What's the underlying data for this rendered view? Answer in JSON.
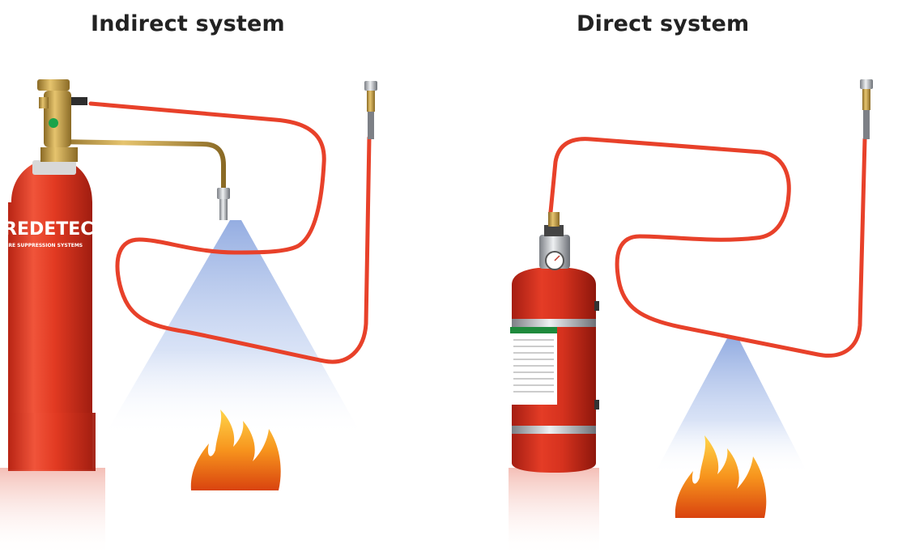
{
  "titles": {
    "indirect": "Indirect system",
    "direct": "Direct system"
  },
  "indirect": {
    "cylinder_brand": "REDETEC",
    "cylinder_subtitle": "FIRE SUPPRESSION SYSTEMS"
  },
  "colors": {
    "tube_red": "#e8412a",
    "cylinder_red": "#e23a22",
    "brass": "#c9a24a",
    "spray_blue": "#9fb8e6",
    "flame_orange": "#f28a1c",
    "label_green": "#1e8a3c"
  },
  "icons": [
    "fire-cylinder-icon",
    "valve-icon",
    "nozzle-icon",
    "pressure-gauge-icon",
    "flame-icon",
    "detection-tube-end-icon"
  ]
}
